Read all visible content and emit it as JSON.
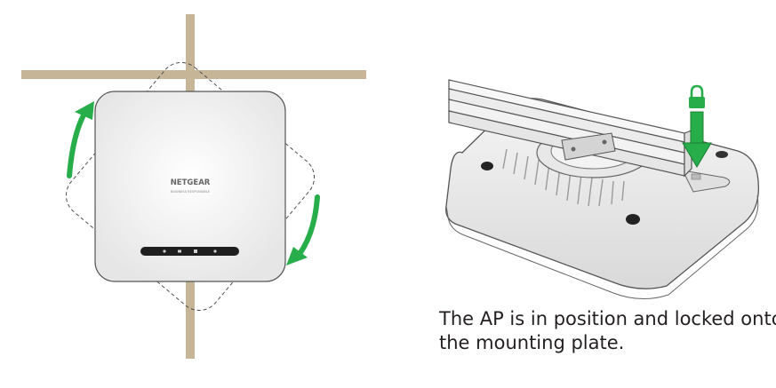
{
  "device": {
    "brand": "NETGEAR",
    "subtitle": "BUSINESS RESPONSIBLE"
  },
  "caption": {
    "line1": "The AP is in position and locked onto",
    "line2": "the mounting plate."
  },
  "colors": {
    "beam": "#c6b596",
    "arrow": "#27ae4a",
    "outline": "#4d4d4d",
    "device_fill": "#f4f4f4",
    "status_bar": "#1f1f1f"
  },
  "icons": [
    "rotate-arrow-icon",
    "lock-icon",
    "down-arrow-icon"
  ]
}
